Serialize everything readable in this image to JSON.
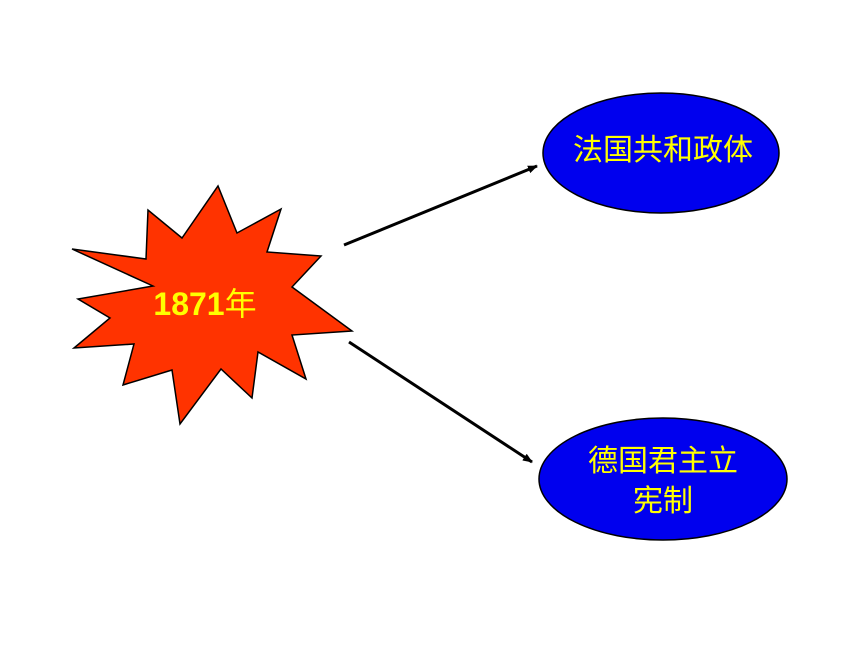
{
  "diagram": {
    "center": {
      "year_number": "1871",
      "year_suffix": "年"
    },
    "targets": {
      "france": {
        "label": "法国共和政体"
      },
      "germany": {
        "line1": "德国君主立",
        "line2": "宪制"
      }
    },
    "colors": {
      "burst_fill": "#ff3300",
      "ellipse_fill": "#0000ee",
      "label_text": "#ffff00",
      "arrow": "#000000"
    }
  }
}
